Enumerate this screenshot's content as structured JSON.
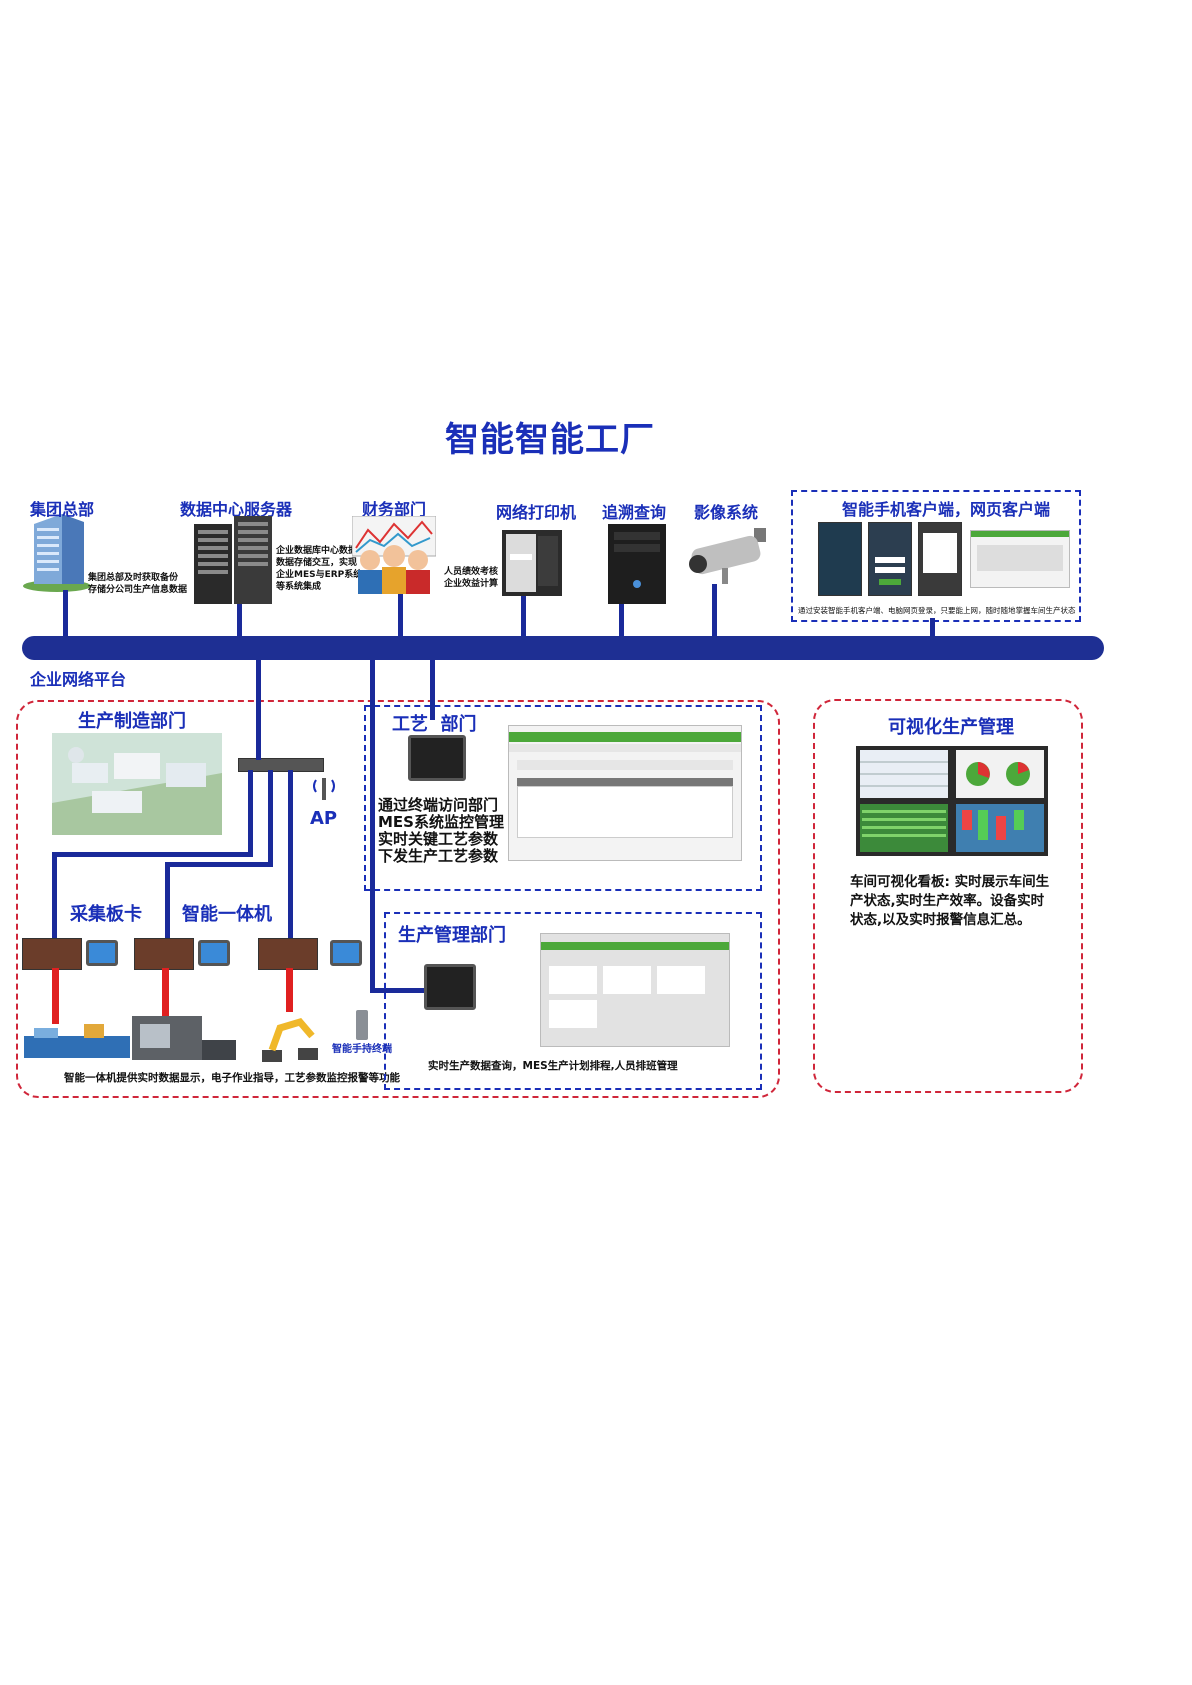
{
  "title": "智能智能工厂",
  "top_nodes": {
    "group_hq": {
      "label": "集团总部",
      "note": "集团总部及时获取备份\n存储分公司生产信息数据"
    },
    "data_center": {
      "label": "数据中心服务器",
      "note": "企业数据库中心数据\n数据存储交互，实现\n企业MES与ERP系统\n等系统集成"
    },
    "finance": {
      "label": "财务部门",
      "note": "人员绩效考核\n企业效益计算"
    },
    "network_printer": {
      "label": "网络打印机"
    },
    "traceability": {
      "label": "追溯查询"
    },
    "video": {
      "label": "影像系统"
    },
    "mobile_web": {
      "label": "智能手机客户端，网页客户端",
      "note": "通过安装智能手机客户端、电脑网页登录，只要能上网，随时随地掌握车间生产状态"
    }
  },
  "bus_label": "企业网络平台",
  "manufacturing": {
    "label": "生产制造部门",
    "ap_label": "AP",
    "collector_label": "采集板卡",
    "allinone_label": "智能一体机",
    "handheld_label": "智能手持终端",
    "note": "智能一体机提供实时数据显示，电子作业指导，工艺参数监控报警等功能"
  },
  "process_dept": {
    "label": "工艺  部门",
    "note": "通过终端访问部门\nMES系统监控管理\n实时关键工艺参数\n下发生产工艺参数"
  },
  "production_mgmt": {
    "label": "生产管理部门",
    "note": "实时生产数据查询，MES生产计划排程,人员排班管理"
  },
  "visual_mgmt": {
    "label": "可视化生产管理",
    "note": "车间可视化看板: 实时展示车间生\n产状态,实时生产效率。设备实时\n状态,以及实时报警信息汇总。"
  },
  "colors": {
    "title_blue": "#1a2fb8",
    "bus_blue": "#1e2f93",
    "red_dash": "#d0263a",
    "green_ui": "#4ca83a"
  }
}
